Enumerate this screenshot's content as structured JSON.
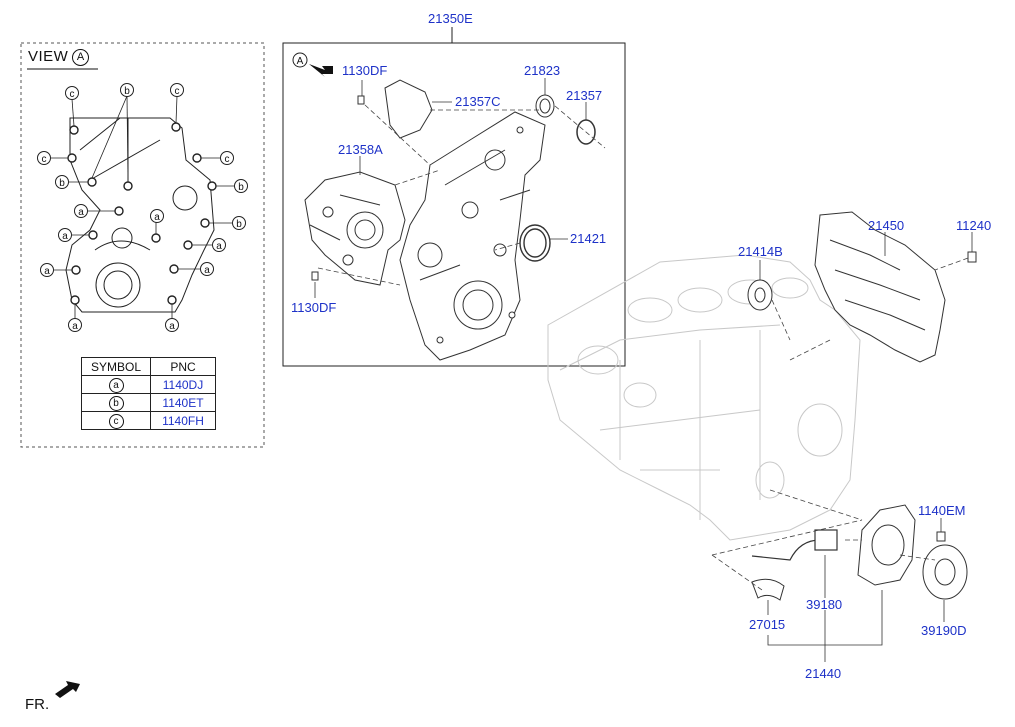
{
  "view": {
    "title": "VIEW",
    "letter": "A"
  },
  "legend": {
    "headers": [
      "SYMBOL",
      "PNC"
    ],
    "rows": [
      {
        "symbol": "a",
        "pnc": "1140DJ"
      },
      {
        "symbol": "b",
        "pnc": "1140ET"
      },
      {
        "symbol": "c",
        "pnc": "1140FH"
      }
    ]
  },
  "callouts": {
    "c21350e": "21350E",
    "c1130df_top": "1130DF",
    "c21357c": "21357C",
    "c21823": "21823",
    "c21357": "21357",
    "c21358a": "21358A",
    "c21421": "21421",
    "c1130df_bottom": "1130DF",
    "c21414b": "21414B",
    "c21450": "21450",
    "c11240": "11240",
    "c1140em": "1140EM",
    "c39180": "39180",
    "c39190d": "39190D",
    "c27015": "27015",
    "c21440": "21440"
  },
  "view_marker": "A",
  "front_label": "FR.",
  "colors": {
    "link": "#1e32c8",
    "line": "#222222",
    "ghost": "#c8c8c8"
  }
}
